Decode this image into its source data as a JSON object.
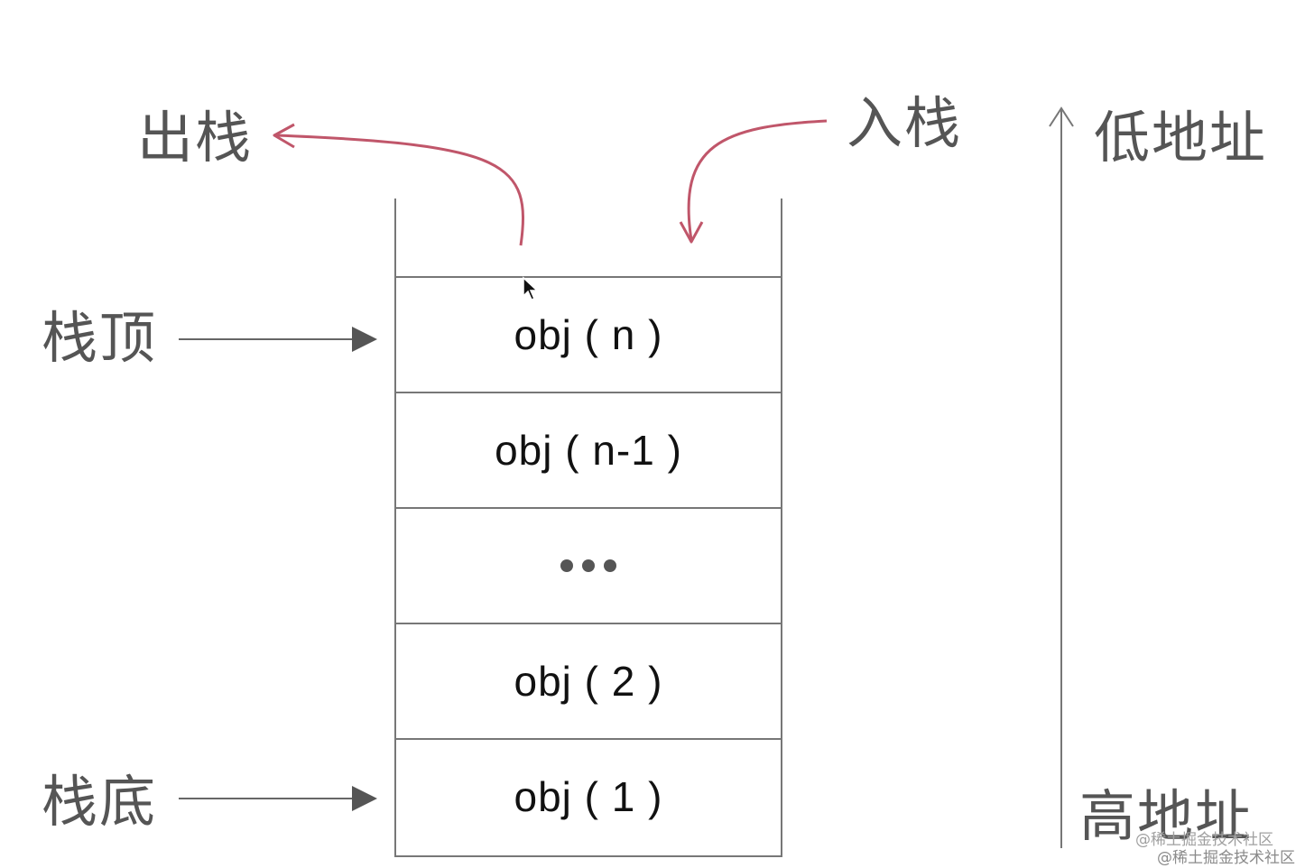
{
  "labels": {
    "pop": "出栈",
    "push": "入栈",
    "stack_top": "栈顶",
    "stack_bottom": "栈底",
    "low_address": "低地址",
    "high_address": "高地址"
  },
  "stack_cells": [
    {
      "text": "obj ( n )"
    },
    {
      "text": "obj ( n-1 )"
    },
    {
      "text": "..."
    },
    {
      "text": "obj ( 2 )"
    },
    {
      "text": "obj ( 1 )"
    }
  ],
  "watermark": "@稀土掘金技术社区",
  "colors": {
    "flow_arrow": "#c0566a",
    "pointer_arrow": "#666666",
    "text": "#555555"
  }
}
